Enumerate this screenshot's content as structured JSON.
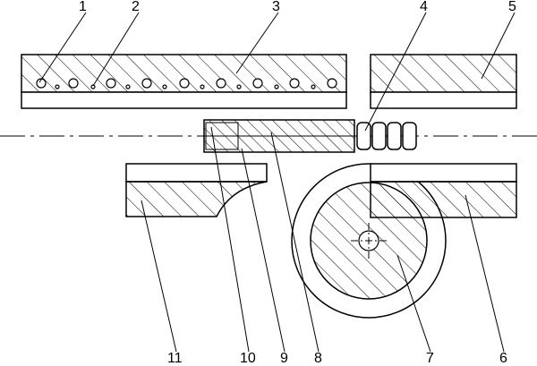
{
  "figure": {
    "background": "#ffffff",
    "stroke": "#000000"
  },
  "callouts": [
    {
      "id": "c1",
      "label": "1"
    },
    {
      "id": "c2",
      "label": "2"
    },
    {
      "id": "c3",
      "label": "3"
    },
    {
      "id": "c4",
      "label": "4"
    },
    {
      "id": "c5",
      "label": "5"
    },
    {
      "id": "c6",
      "label": "6"
    },
    {
      "id": "c7",
      "label": "7"
    },
    {
      "id": "c8",
      "label": "8"
    },
    {
      "id": "c9",
      "label": "9"
    },
    {
      "id": "c10",
      "label": "10"
    },
    {
      "id": "c11",
      "label": "11"
    }
  ]
}
